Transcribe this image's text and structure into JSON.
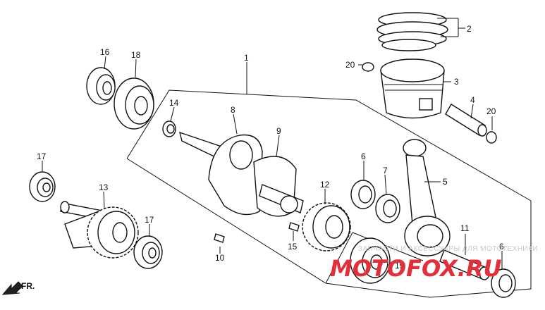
{
  "diagram": {
    "part_labels": [
      "1",
      "2",
      "3",
      "4",
      "5",
      "6",
      "7",
      "8",
      "9",
      "10",
      "11",
      "12",
      "13",
      "14",
      "15",
      "16",
      "17",
      "18",
      "19",
      "20"
    ],
    "extra_labels": {
      "label_17b": "17",
      "label_20b": "20",
      "label_6b": "6"
    },
    "orientation_arrow": "FR.",
    "watermark": {
      "line1": "ЗАПЧАСТИ И АКСЕССУАРЫ ДЛЯ МОТОТЕХНИКИ",
      "line2": "MOTOFOX.RU"
    }
  }
}
